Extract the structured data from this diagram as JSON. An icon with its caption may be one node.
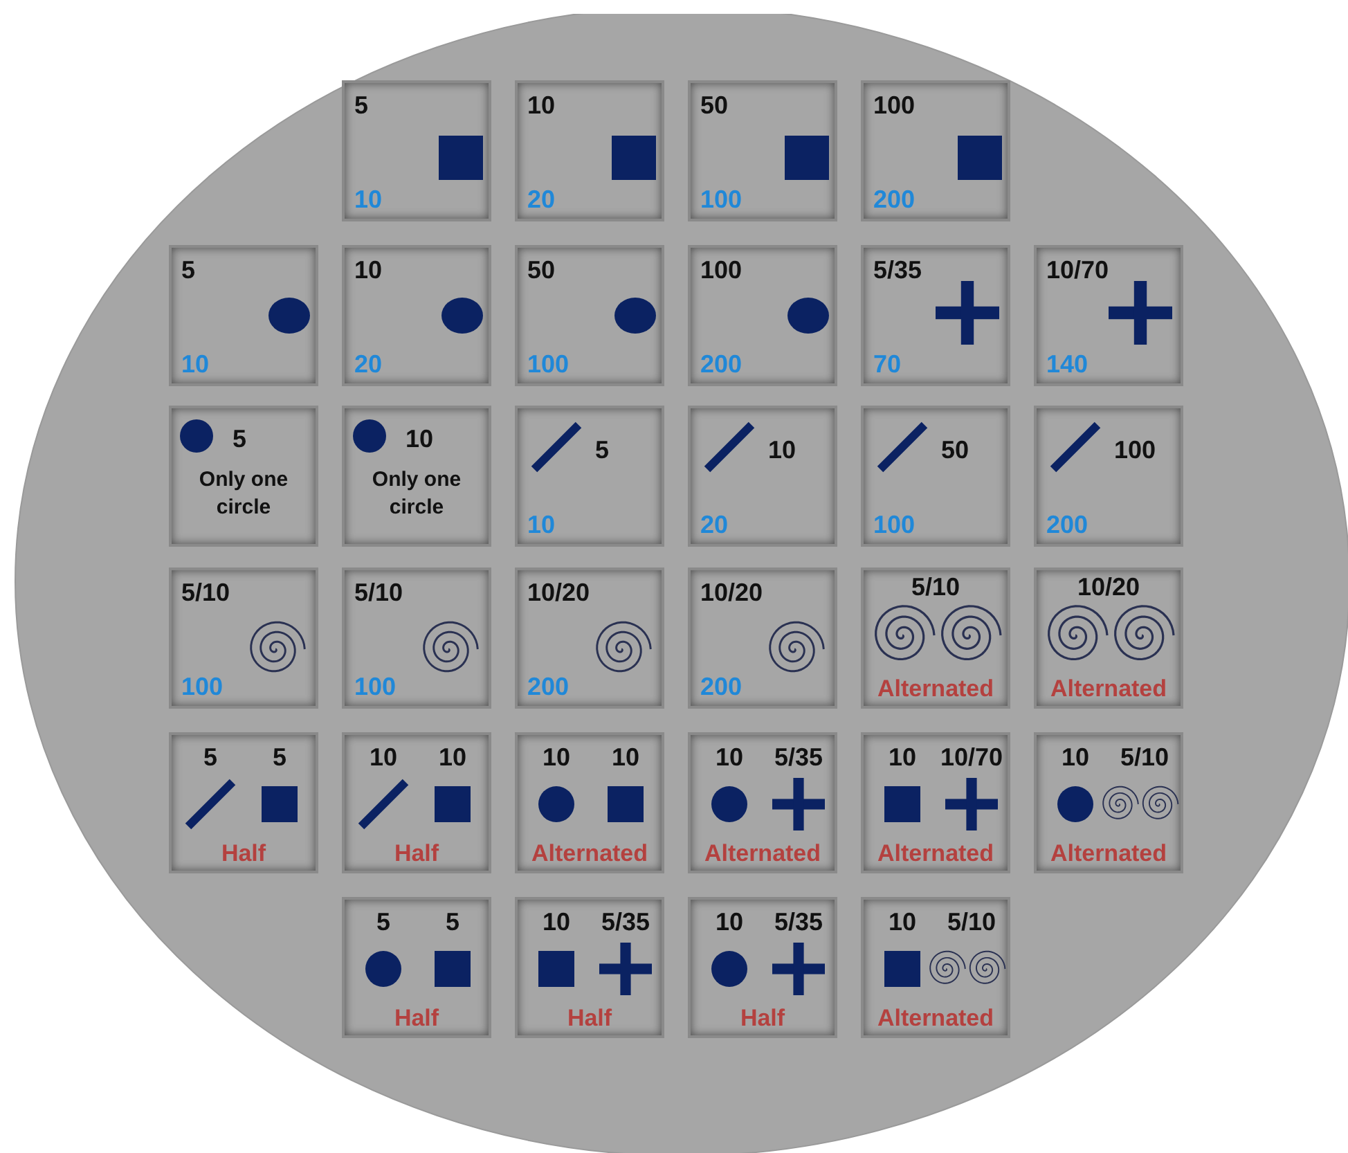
{
  "diagram": {
    "nodes": [
      {
        "text": [
          "5",
          "10"
        ]
      },
      {
        "text": [
          "10",
          "20"
        ]
      },
      {
        "text": [
          "50",
          "100"
        ]
      },
      {
        "text": [
          "100",
          "200"
        ]
      },
      {
        "text": [
          "5",
          "10"
        ]
      },
      {
        "text": [
          "10",
          "20"
        ]
      },
      {
        "text": [
          "50",
          "100"
        ]
      },
      {
        "text": [
          "100",
          "200"
        ]
      },
      {
        "text": [
          "5/35",
          "70"
        ]
      },
      {
        "text": [
          "10/70",
          "140"
        ]
      },
      {
        "text": [
          "5",
          "Only one circle"
        ]
      },
      {
        "text": [
          "10",
          "Only one circle"
        ]
      },
      {
        "text": [
          "5",
          "10"
        ]
      },
      {
        "text": [
          "10",
          "20"
        ]
      },
      {
        "text": [
          "50",
          "100"
        ]
      },
      {
        "text": [
          "100",
          "200"
        ]
      },
      {
        "text": [
          "5/10",
          "100"
        ]
      },
      {
        "text": [
          "5/10",
          "100"
        ]
      },
      {
        "text": [
          "10/20",
          "200"
        ]
      },
      {
        "text": [
          "10/20",
          "200"
        ]
      },
      {
        "text": [
          "5/10",
          "Alternated"
        ]
      },
      {
        "text": [
          "10/20",
          "Alternated"
        ]
      },
      {
        "text": [
          "5",
          "5",
          "Half"
        ]
      },
      {
        "text": [
          "10",
          "10",
          "Half"
        ]
      },
      {
        "text": [
          "10",
          "10",
          "Alternated"
        ]
      },
      {
        "text": [
          "10",
          "5/35",
          "Alternated"
        ]
      },
      {
        "text": [
          "10",
          "10/70",
          "Alternated"
        ]
      },
      {
        "text": [
          "10",
          "5/10",
          "Alternated"
        ]
      },
      {
        "text": [
          "5",
          "5",
          "Half"
        ]
      },
      {
        "text": [
          "10",
          "5/35",
          "Half"
        ]
      },
      {
        "text": [
          "10",
          "5/35",
          "Half"
        ]
      },
      {
        "text": [
          "10",
          "5/10",
          "Alternated"
        ]
      }
    ]
  }
}
